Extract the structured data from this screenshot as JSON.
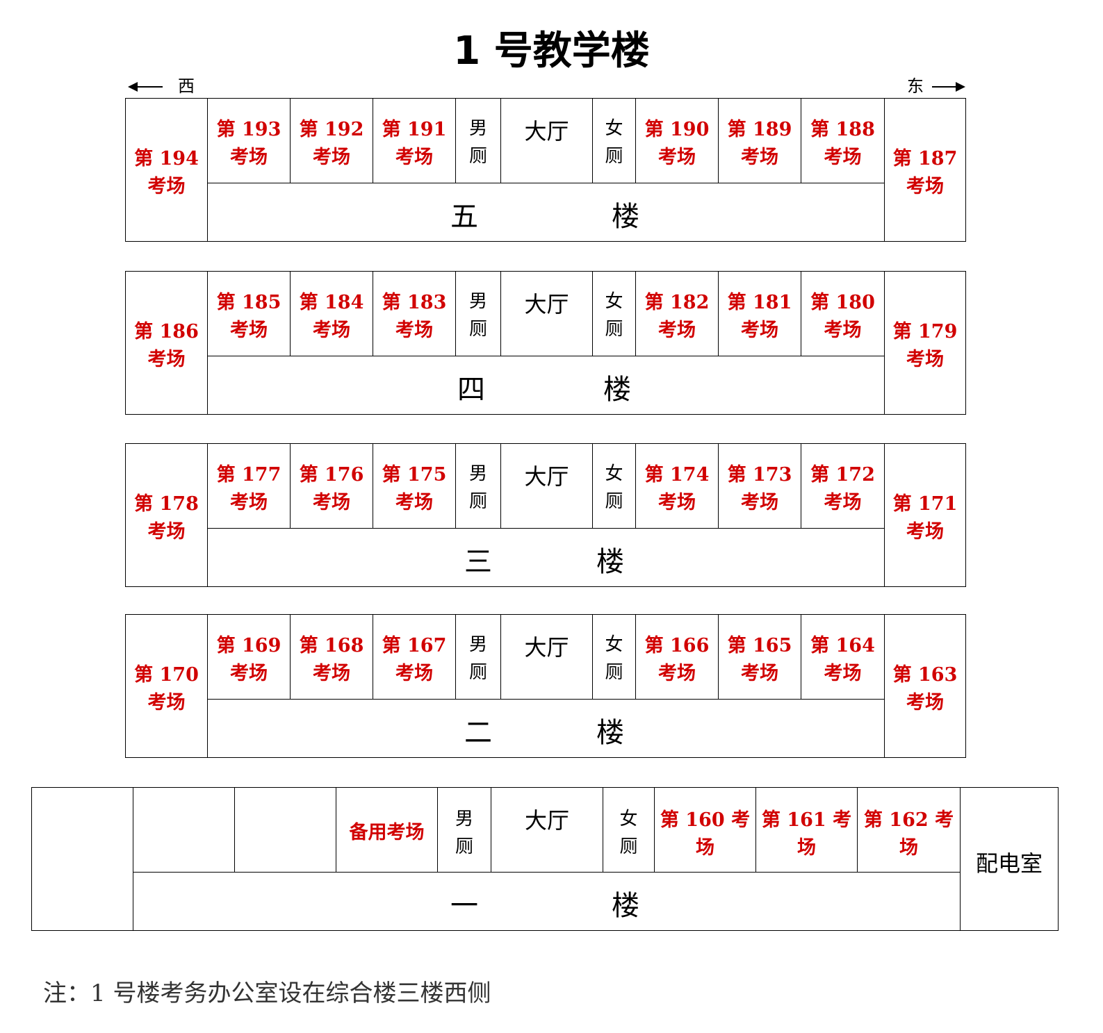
{
  "title": "1 号教学楼",
  "directions": {
    "west": "西",
    "east": "东"
  },
  "floors": [
    {
      "name": [
        "五",
        "楼"
      ],
      "west_end": [
        "第 194",
        "考场"
      ],
      "east_end": [
        "第 187",
        "考场"
      ],
      "rooms_west": [
        [
          "第 193",
          "考场"
        ],
        [
          "第 192",
          "考场"
        ],
        [
          "第 191",
          "考场"
        ]
      ],
      "male_wc": [
        "男",
        "厕"
      ],
      "hall": "大厅",
      "female_wc": [
        "女",
        "厕"
      ],
      "rooms_east": [
        [
          "第 190",
          "考场"
        ],
        [
          "第 189",
          "考场"
        ],
        [
          "第 188",
          "考场"
        ]
      ]
    },
    {
      "name": [
        "四",
        "楼"
      ],
      "west_end": [
        "第 186",
        "考场"
      ],
      "east_end": [
        "第 179",
        "考场"
      ],
      "rooms_west": [
        [
          "第 185",
          "考场"
        ],
        [
          "第 184",
          "考场"
        ],
        [
          "第 183",
          "考场"
        ]
      ],
      "male_wc": [
        "男",
        "厕"
      ],
      "hall": "大厅",
      "female_wc": [
        "女",
        "厕"
      ],
      "rooms_east": [
        [
          "第 182",
          "考场"
        ],
        [
          "第 181",
          "考场"
        ],
        [
          "第 180",
          "考场"
        ]
      ]
    },
    {
      "name": [
        "三",
        "楼"
      ],
      "west_end": [
        "第 178",
        "考场"
      ],
      "east_end": [
        "第 171",
        "考场"
      ],
      "rooms_west": [
        [
          "第 177",
          "考场"
        ],
        [
          "第 176",
          "考场"
        ],
        [
          "第 175",
          "考场"
        ]
      ],
      "male_wc": [
        "男",
        "厕"
      ],
      "hall": "大厅",
      "female_wc": [
        "女",
        "厕"
      ],
      "rooms_east": [
        [
          "第 174",
          "考场"
        ],
        [
          "第 173",
          "考场"
        ],
        [
          "第 172",
          "考场"
        ]
      ]
    },
    {
      "name": [
        "二",
        "楼"
      ],
      "west_end": [
        "第 170",
        "考场"
      ],
      "east_end": [
        "第 163",
        "考场"
      ],
      "rooms_west": [
        [
          "第 169",
          "考场"
        ],
        [
          "第 168",
          "考场"
        ],
        [
          "第 167",
          "考场"
        ]
      ],
      "male_wc": [
        "男",
        "厕"
      ],
      "hall": "大厅",
      "female_wc": [
        "女",
        "厕"
      ],
      "rooms_east": [
        [
          "第 166",
          "考场"
        ],
        [
          "第 165",
          "考场"
        ],
        [
          "第 164",
          "考场"
        ]
      ]
    }
  ],
  "ground": {
    "name": [
      "一",
      "楼"
    ],
    "west_end": "",
    "rooms_west": [
      "",
      "",
      "备用考场"
    ],
    "male_wc": [
      "男",
      "厕"
    ],
    "hall": "大厅",
    "female_wc": [
      "女",
      "厕"
    ],
    "rooms_east": [
      [
        "第 160 考",
        "场"
      ],
      [
        "第 161 考",
        "场"
      ],
      [
        "第 162 考",
        "场"
      ]
    ],
    "east_end": "配电室"
  },
  "note": "注：1 号楼考务办公室设在综合楼三楼西侧",
  "colors": {
    "exam_room": "#d10000",
    "text": "#000000",
    "note": "#333333"
  }
}
